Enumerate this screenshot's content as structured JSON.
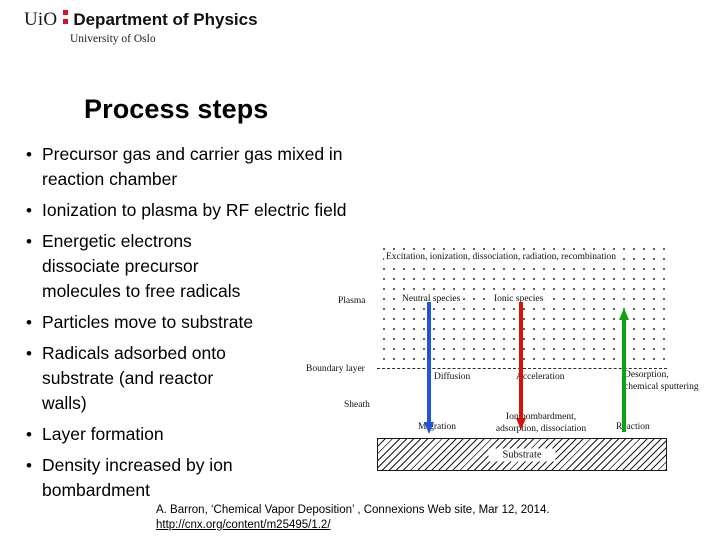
{
  "header": {
    "org_abbrev": "UiO",
    "department": "Department of Physics",
    "university": "University of Oslo",
    "accent_color": "#d4142a"
  },
  "slide": {
    "title": "Process steps",
    "bullet_marker": "•",
    "bullets": [
      "Precursor gas and carrier gas mixed in reaction chamber",
      "Ionization to plasma by RF electric field",
      "Energetic electrons\ndissociate precursor\nmolecules to free radicals",
      "Particles move to substrate",
      "Radicals adsorbed onto\nsubstrate (and reactor\nwalls)",
      "Layer formation",
      "Density increased by ion\nbombardment"
    ]
  },
  "figure": {
    "plasma_processes": "Excitation, ionization, dissociation, radiation, recombination",
    "region_plasma": "Plasma",
    "species_neutral": "Neutral species",
    "species_ionic": "Ionic species",
    "boundary_layer": "Boundary layer",
    "transport_diffusion": "Diffusion",
    "transport_acceleration": "Acceleration",
    "transport_desorption": "Desorption,\nchemical sputtering",
    "region_sheath": "Sheath",
    "surface_migration": "Migration",
    "surface_ion_bombardment": "Ion bombardment,\nadsorption, dissociation",
    "surface_reaction": "Reaction",
    "substrate": "Substrate",
    "arrow_colors": {
      "neutral_species": "#2255dd",
      "ionic_species": "#d81010",
      "desorption": "#11a011"
    }
  },
  "citation": {
    "text": "A. Barron, ‘Chemical Vapor Deposition’ , Connexions Web site, Mar 12, 2014.",
    "url": "http://cnx.org/content/m25495/1.2/"
  }
}
